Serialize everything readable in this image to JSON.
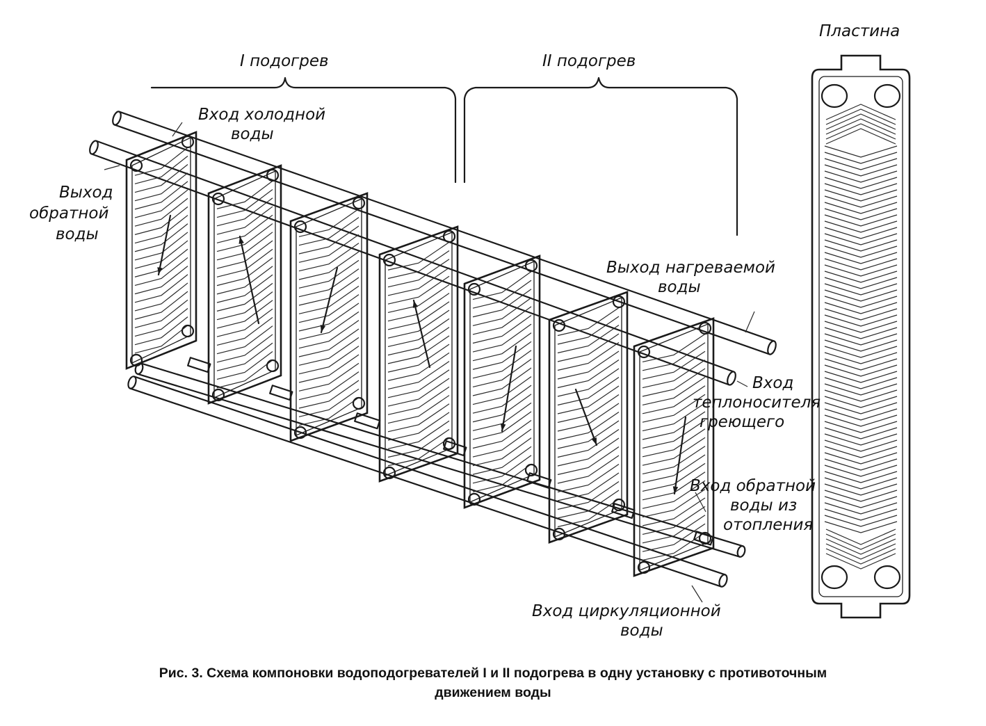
{
  "labels": {
    "stage1": "I подогрев",
    "stage2": "II подогрев",
    "plate": "Пластина",
    "cold_in_1": "Вход холодной",
    "cold_in_2": "воды",
    "ret_out_1": "Выход",
    "ret_out_2": "обратной",
    "ret_out_3": "воды",
    "heated_out_1": "Выход нагреваемой",
    "heated_out_2": "воды",
    "heat_in_1": "Вход",
    "heat_in_2": "теплоносителя",
    "heat_in_3": "греющего",
    "ret_in_1": "Вход обратной",
    "ret_in_2": "воды из",
    "ret_in_3": "отопления",
    "circ_in_1": "Вход циркуляционной",
    "circ_in_2": "воды"
  },
  "caption": {
    "line1": "Рис. 3. Схема компоновки водоподогревателей I и II подогрева в одну установку с противоточным",
    "line2": "движением воды"
  },
  "colors": {
    "ink": "#1a1a1a",
    "paper": "#ffffff"
  }
}
